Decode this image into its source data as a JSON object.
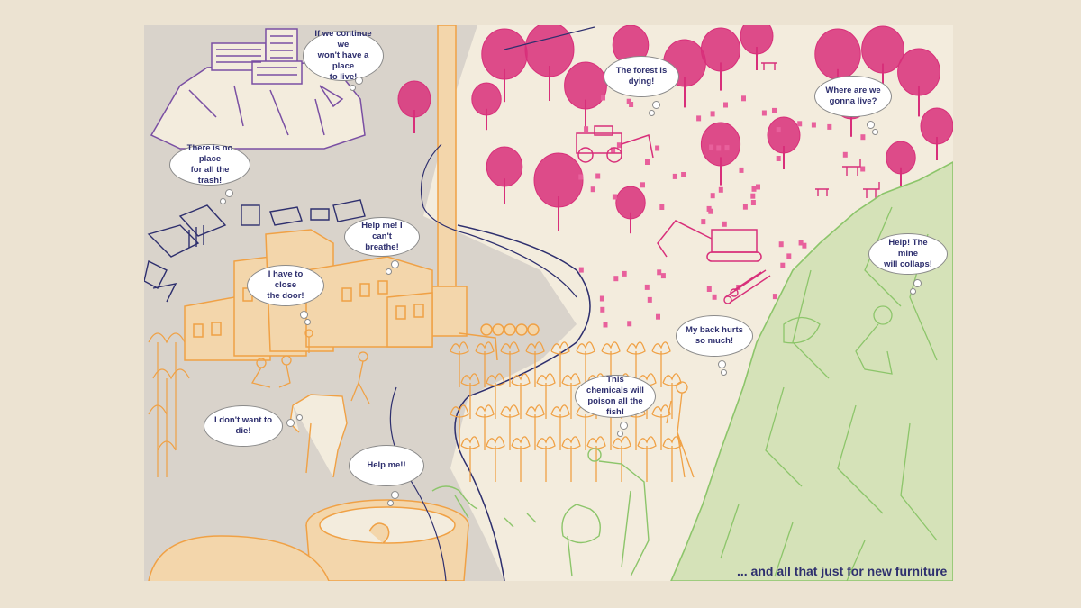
{
  "colors": {
    "page_bg": "#ece3d2",
    "panel_bg": "#f3ecdd",
    "gray_ground": "#d9d3cb",
    "purple_city": "#7a4fa3",
    "navy_line": "#2e2f6e",
    "orange_factory": "#f0a145",
    "magenta_forest": "#d82f7a",
    "green_mine": "#8cc56a",
    "green_mine_fill": "#d5e2b8"
  },
  "bubbles": {
    "no_place_to_live": "If we continue we\nwon't have a place\nto live!",
    "no_place_trash": "There is no place\nfor all the trash!",
    "cant_breathe": "Help me! I can't\nbreathe!",
    "close_door": "I have to close\nthe door!",
    "dont_want_to_die": "I don't want to die!",
    "help_me": "Help me!!",
    "poison_fish": "This chemicals will\npoison all the fish!",
    "forest_dying": "The forest is\ndying!",
    "where_live": "Where are we\ngonna live?",
    "mine_collapse": "Help! The mine\nwill collaps!",
    "back_hurts": "My back hurts\nso much!"
  },
  "caption": "... and all that just for new furniture",
  "icons": {
    "city": "hilltop-city-icon",
    "factory": "factory-icon",
    "chimney": "chimney-icon",
    "forest": "forest-icon",
    "excavator": "excavator-icon",
    "bulldozer": "bulldozer-icon",
    "mine": "mine-cliff-icon",
    "river": "river-icon",
    "cow": "cow-icon",
    "bird": "bird-icon"
  }
}
